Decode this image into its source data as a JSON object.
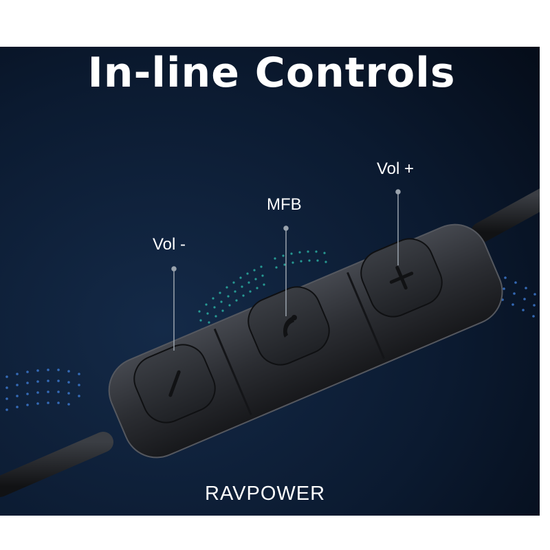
{
  "headline": "In-line Controls",
  "callouts": {
    "vol_minus": "Vol -",
    "mfb": "MFB",
    "vol_plus": "Vol +"
  },
  "brand": "RAVPOWER",
  "colors": {
    "background": "#0b1a30",
    "remote_body": "#2d2f34",
    "accent_dots": "#2ec2b0",
    "accent_dots_secondary": "#3f7ed8",
    "text": "#ffffff"
  },
  "icons": [
    "minus-icon",
    "phone-icon",
    "plus-icon"
  ]
}
